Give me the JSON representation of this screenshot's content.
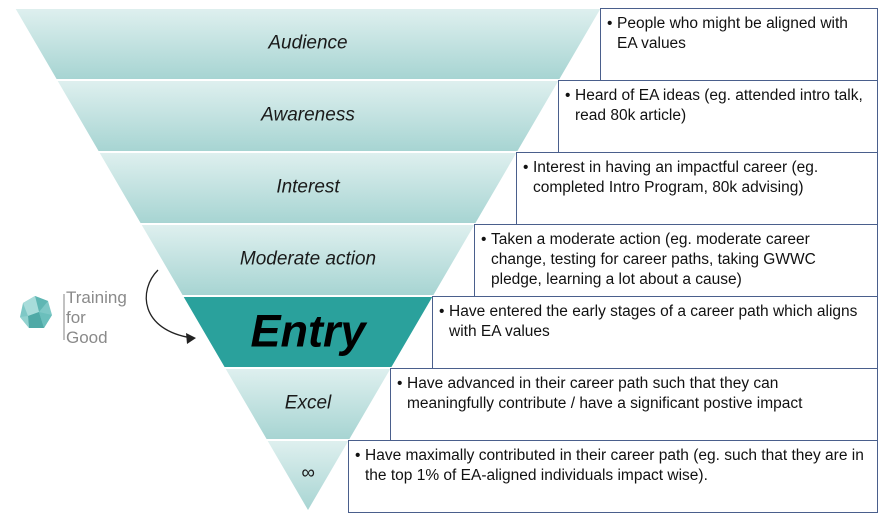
{
  "stages": [
    {
      "label": "Audience",
      "desc": "People who might be aligned with EA values"
    },
    {
      "label": "Awareness",
      "desc": "Heard of EA ideas (eg. attended intro talk, read 80k article)"
    },
    {
      "label": "Interest",
      "desc": "Interest in having an impactful career (eg. completed Intro Program, 80k advising)"
    },
    {
      "label": "Moderate action",
      "desc": "Taken a moderate action (eg. moderate career change, testing for career paths, taking GWWC pledge, learning a lot about a cause)"
    },
    {
      "label": "Entry",
      "desc": "Have entered the early stages of a career path which aligns with EA values",
      "highlight": true
    },
    {
      "label": "Excel",
      "desc": "Have advanced in their career path such that they can meaningfully contribute / have a significant postive impact"
    },
    {
      "label": "∞",
      "desc": "Have maximally contributed in their career path (eg. such that they are in the top 1% of EA-aligned individuals impact wise)."
    }
  ],
  "bullet_char": "•",
  "logo": {
    "lines": [
      "Training",
      "for",
      "Good"
    ],
    "icon": "training-for-good-logo-icon"
  },
  "colors": {
    "band_top": "#dff0ef",
    "band_bottom": "#a6d4d2",
    "highlight": "#2aa19c",
    "box_border": "#4a5f8c",
    "arrow": "#222222"
  }
}
